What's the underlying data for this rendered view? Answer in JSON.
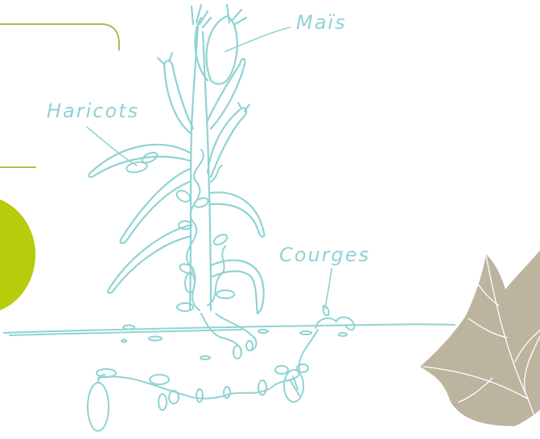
{
  "labels": {
    "mais": "Maïs",
    "haricots": "Haricots",
    "courges": "Courges"
  },
  "colors": {
    "sketch": "#8fd3d3",
    "accent_green": "#b7cc0b",
    "accent_line": "#a8c24a",
    "leaf_fill": "#bdb4a0",
    "leaf_vein": "#ffffff",
    "background": "#ffffff"
  }
}
